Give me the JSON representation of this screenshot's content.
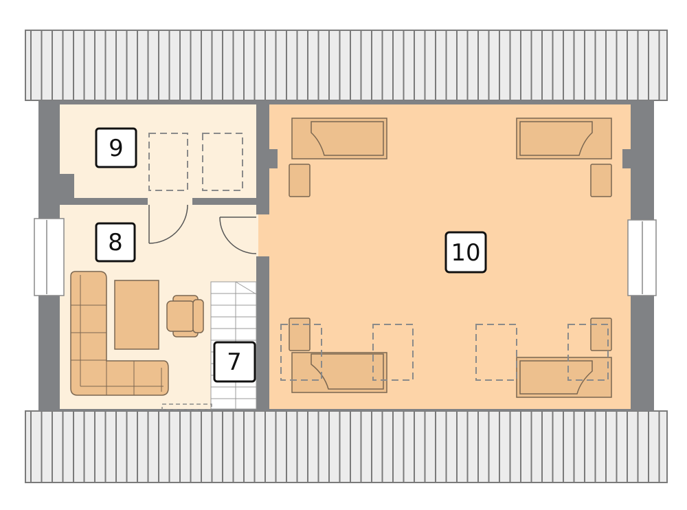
{
  "plan": {
    "rooms": [
      {
        "id": "room-7",
        "label": "7"
      },
      {
        "id": "room-8",
        "label": "8"
      },
      {
        "id": "room-9",
        "label": "9"
      },
      {
        "id": "room-10",
        "label": "10"
      }
    ]
  },
  "colors": {
    "wall": "#808285",
    "roof_fill": "#ececec",
    "roof_line": "#7a7a7a",
    "room_light": "#fdf0dc",
    "room_main": "#fdd4a8",
    "furniture": "#edc08e"
  }
}
